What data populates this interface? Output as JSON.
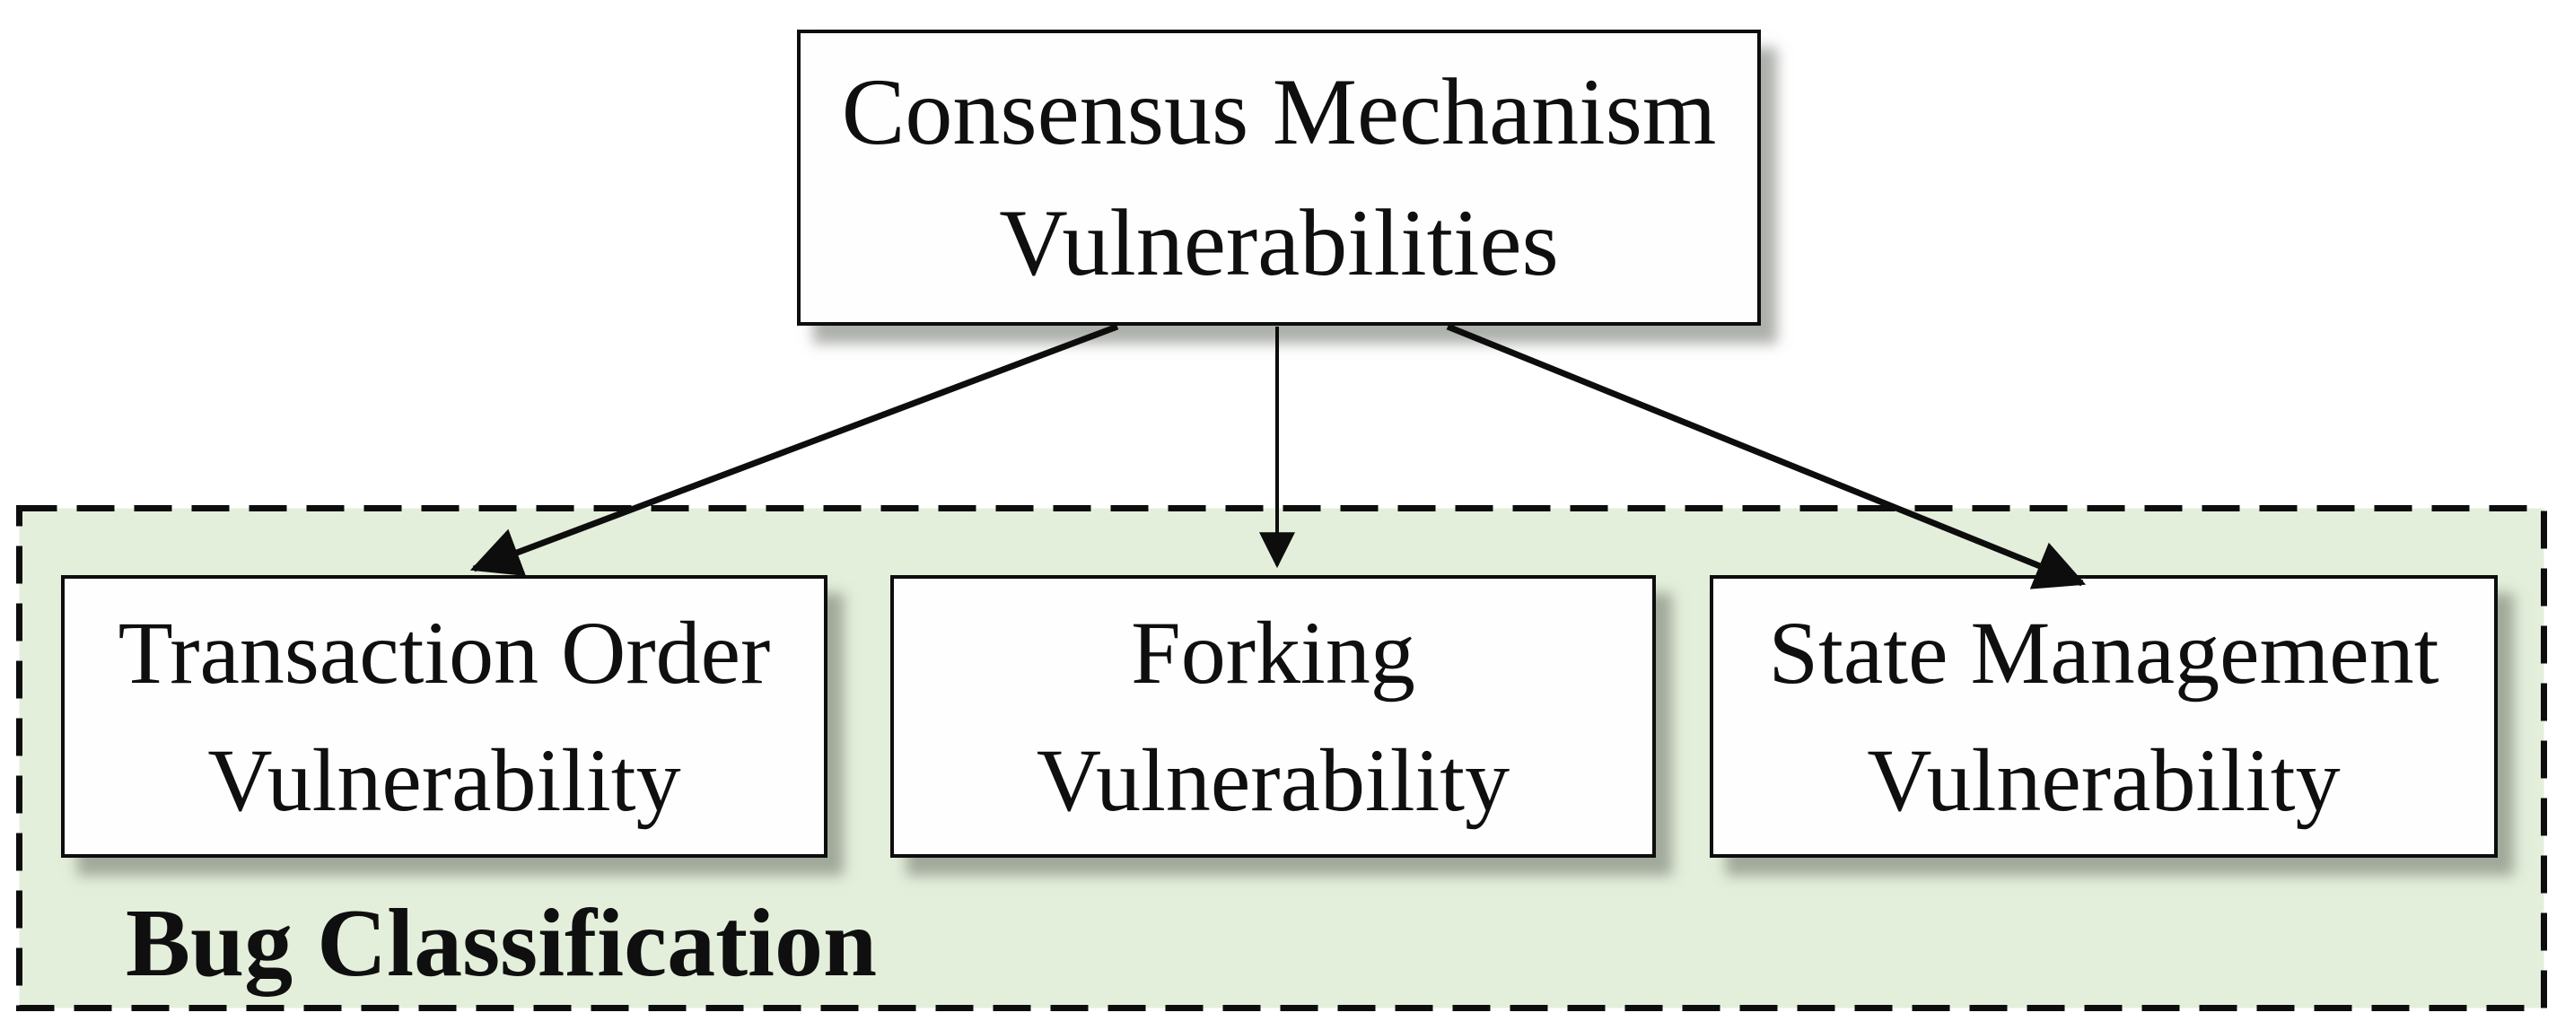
{
  "diagram": {
    "group_label": "Bug Classification",
    "root_node": {
      "label": "Consensus Mechanism Vulnerabilities",
      "lines": [
        "Consensus Mechanism",
        "Vulnerabilities"
      ]
    },
    "child_nodes": [
      {
        "label": "Transaction Order Vulnerability",
        "lines": [
          "Transaction Order",
          "Vulnerability"
        ]
      },
      {
        "label": "Forking Vulnerability",
        "lines": [
          "Forking",
          "Vulnerability"
        ]
      },
      {
        "label": "State Management Vulnerability",
        "lines": [
          "State Management",
          "Vulnerability"
        ]
      }
    ],
    "edges": [
      {
        "from": "Consensus Mechanism Vulnerabilities",
        "to": "Transaction Order Vulnerability"
      },
      {
        "from": "Consensus Mechanism Vulnerabilities",
        "to": "Forking Vulnerability"
      },
      {
        "from": "Consensus Mechanism Vulnerabilities",
        "to": "State Management Vulnerability"
      }
    ]
  },
  "colors": {
    "panel_fill": "#e4efdb",
    "node_fill": "#fefefe",
    "line": "#0d0d0d",
    "text": "#0f0f0f",
    "shadow": "rgba(105,112,102,0.55)"
  }
}
